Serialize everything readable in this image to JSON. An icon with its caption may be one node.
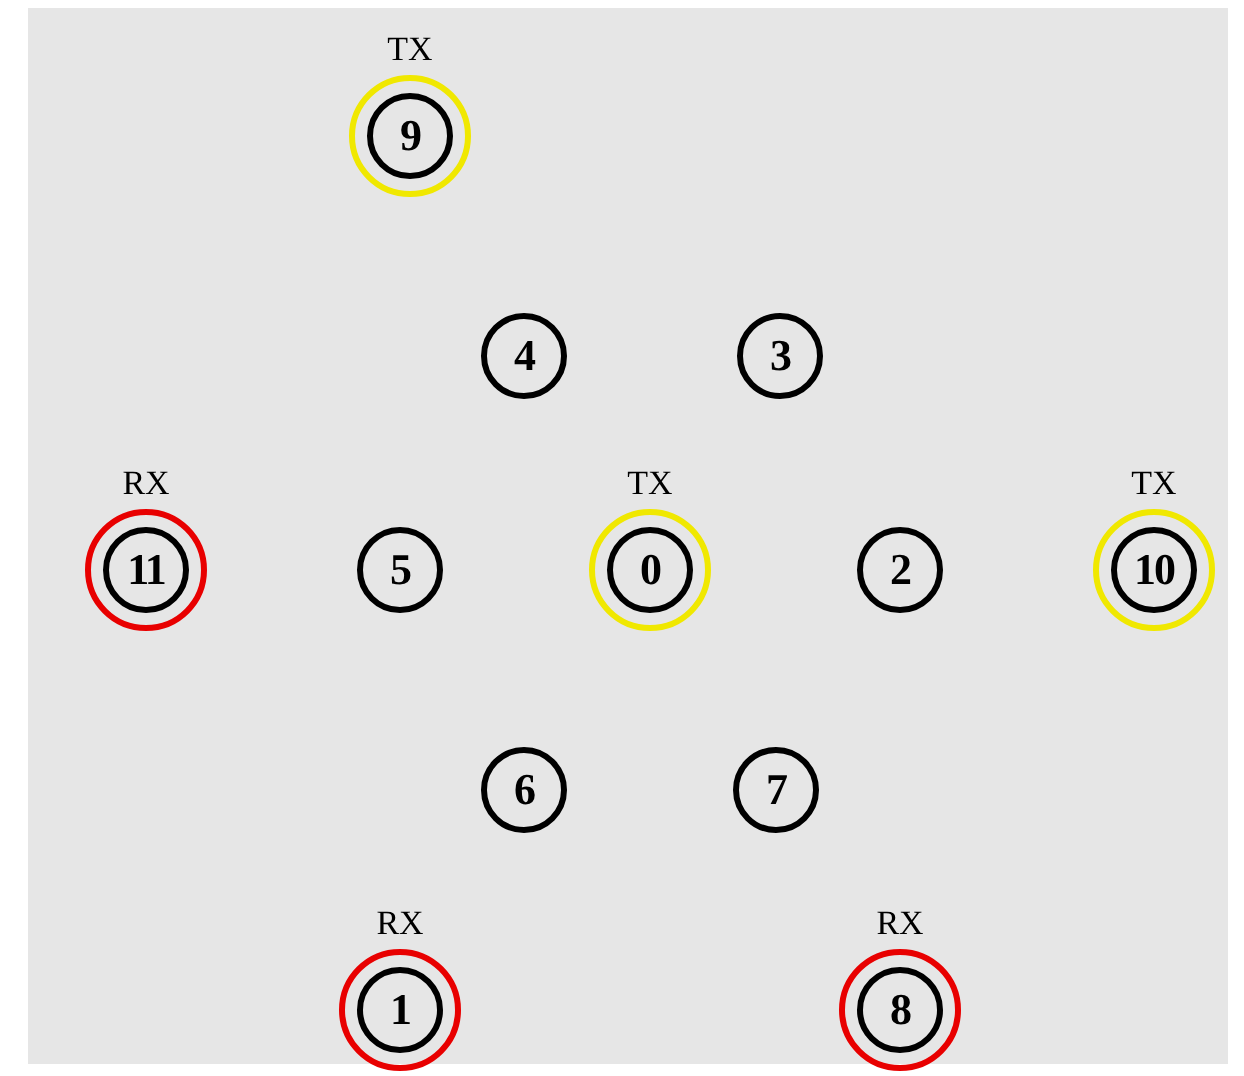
{
  "diagram": {
    "nodes": [
      {
        "text": [
          "9"
        ],
        "beside": [
          "TX"
        ]
      },
      {
        "text": [
          "4"
        ]
      },
      {
        "text": [
          "3"
        ]
      },
      {
        "text": [
          "11"
        ],
        "beside": [
          "RX"
        ]
      },
      {
        "text": [
          "5"
        ]
      },
      {
        "text": [
          "0"
        ],
        "beside": [
          "TX"
        ]
      },
      {
        "text": [
          "2"
        ]
      },
      {
        "text": [
          "10"
        ],
        "beside": [
          "TX"
        ]
      },
      {
        "text": [
          "6"
        ]
      },
      {
        "text": [
          "7"
        ]
      },
      {
        "text": [
          "1"
        ],
        "beside": [
          "RX"
        ]
      },
      {
        "text": [
          "8"
        ],
        "beside": [
          "RX"
        ]
      }
    ]
  }
}
